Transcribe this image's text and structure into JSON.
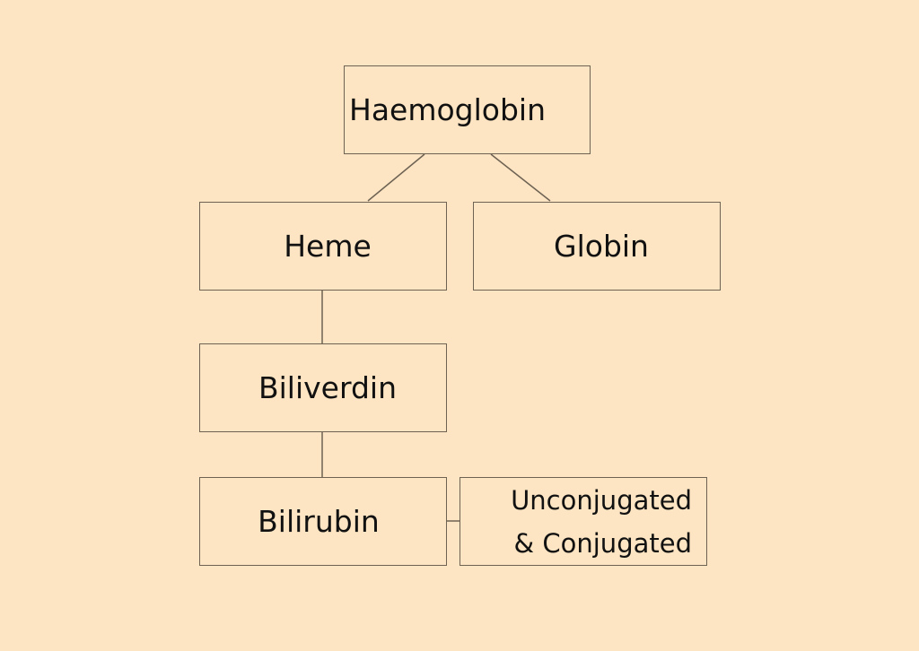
{
  "colors": {
    "background": "#fde5c3",
    "stroke": "#6e6253",
    "text": "#111111"
  },
  "nodes": {
    "haemoglobin": "Haemoglobin",
    "heme": "Heme",
    "globin": "Globin",
    "biliverdin": "Biliverdin",
    "bilirubin": "Bilirubin",
    "forms_line1": "Unconjugated",
    "forms_line2": "& Conjugated"
  }
}
